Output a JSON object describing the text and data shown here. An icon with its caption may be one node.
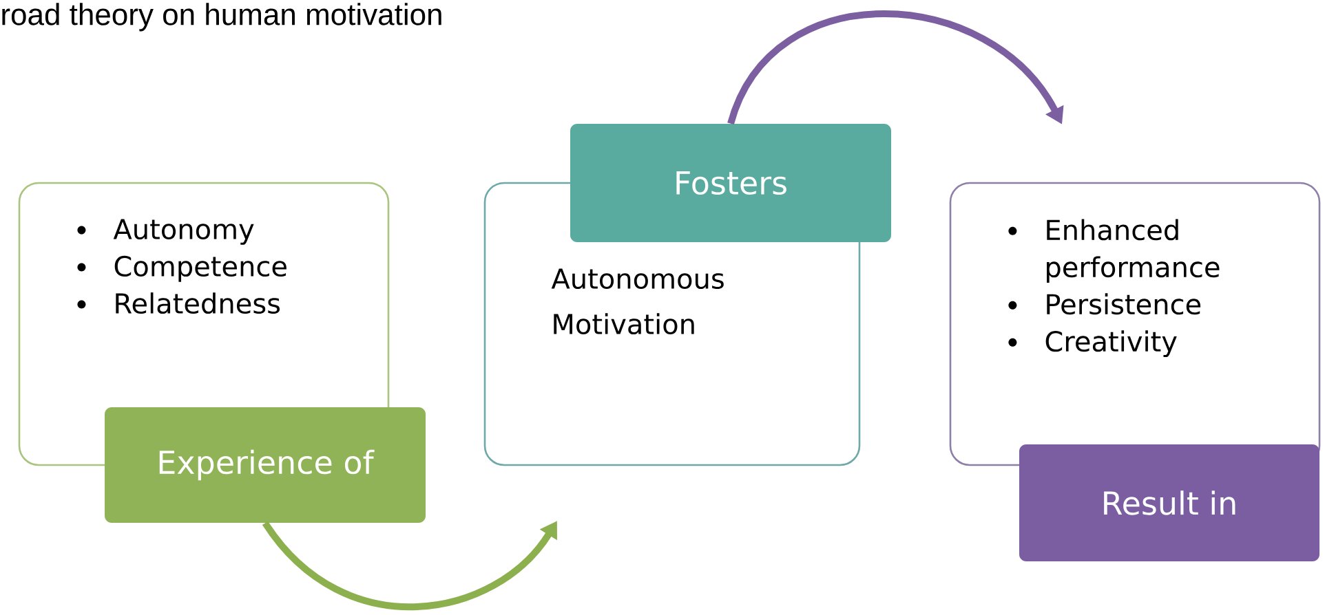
{
  "diagram": {
    "title": "road theory on human motivation",
    "nodes": [
      {
        "text": [
          "Autonomy",
          "Competence",
          "Relatedness"
        ]
      },
      {
        "text": [
          "Experience of"
        ]
      },
      {
        "text": [
          "Autonomous Motivation"
        ]
      },
      {
        "text": [
          "Fosters"
        ]
      },
      {
        "text": [
          "Enhanced performance",
          "Persistence",
          "Creativity"
        ]
      },
      {
        "text": [
          "Result in"
        ]
      }
    ],
    "edges": [
      {
        "from": 1,
        "to": 2,
        "arrow": "to",
        "color": "#8db04f"
      },
      {
        "from": 3,
        "to": 4,
        "arrow": "to",
        "color": "#7b5fa0"
      }
    ]
  }
}
